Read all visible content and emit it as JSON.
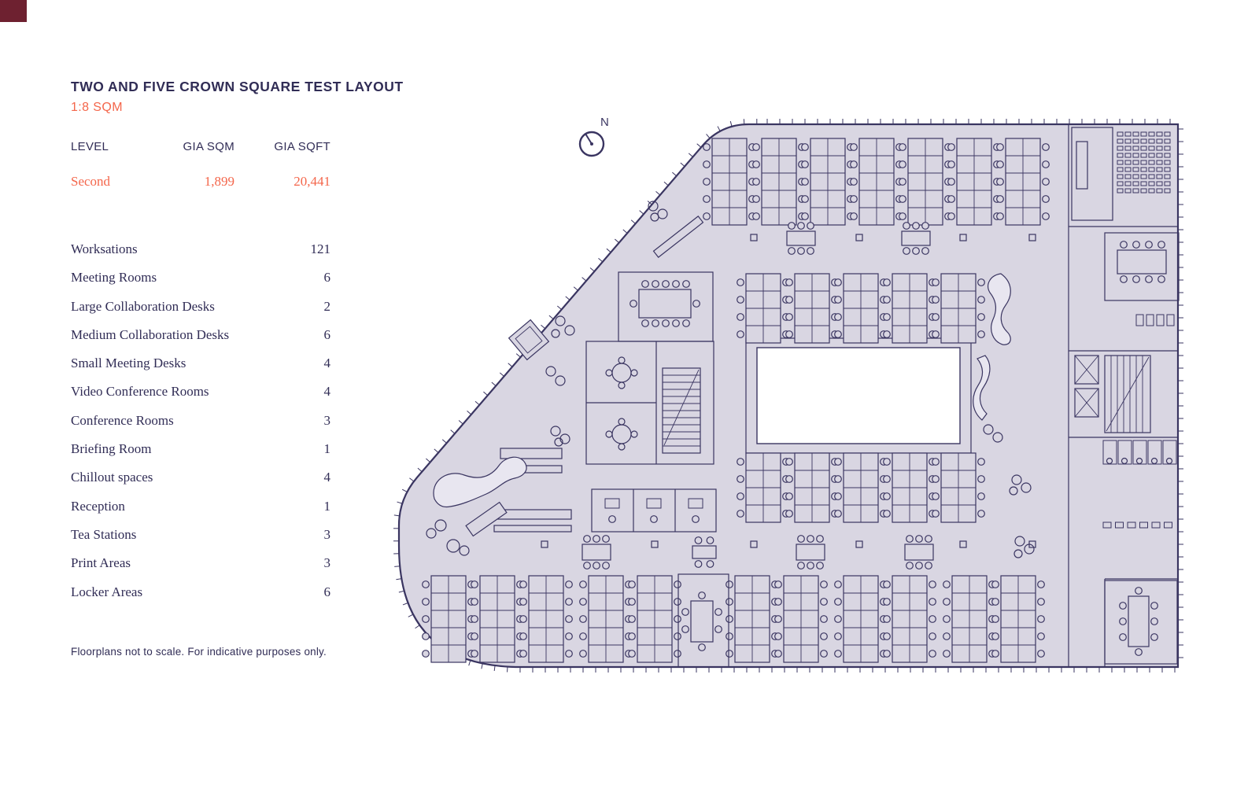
{
  "header": {
    "title": "TWO AND FIVE CROWN SQUARE TEST LAYOUT",
    "subtitle": "1:8 SQM"
  },
  "gia_table": {
    "headers": [
      "LEVEL",
      "GIA SQM",
      "GIA SQFT"
    ],
    "row": {
      "level": "Second",
      "sqm": "1,899",
      "sqft": "20,441"
    }
  },
  "stats": {
    "items": [
      {
        "label": "Worksations",
        "value": "121"
      },
      {
        "label": "Meeting Rooms",
        "value": "6"
      },
      {
        "label": "Large Collaboration Desks",
        "value": "2"
      },
      {
        "label": "Medium Collaboration Desks",
        "value": "6"
      },
      {
        "label": "Small Meeting Desks",
        "value": "4"
      },
      {
        "label": "Video Conference Rooms",
        "value": "4"
      },
      {
        "label": "Conference Rooms",
        "value": "3"
      },
      {
        "label": "Briefing Room",
        "value": "1"
      },
      {
        "label": "Chillout spaces",
        "value": "4"
      },
      {
        "label": "Reception",
        "value": "1"
      },
      {
        "label": "Tea Stations",
        "value": "3"
      },
      {
        "label": "Print Areas",
        "value": "3"
      },
      {
        "label": "Locker Areas",
        "value": "6"
      }
    ]
  },
  "footnote": "Floorplans not to scale. For indicative purposes only.",
  "plan": {
    "north_label": "N"
  },
  "colors": {
    "accent": "#f4664b",
    "ink": "#312d56",
    "plan_fill": "#d9d6e2",
    "plan_line": "#3a3561",
    "logo": "#6e2130",
    "white": "#ffffff"
  }
}
